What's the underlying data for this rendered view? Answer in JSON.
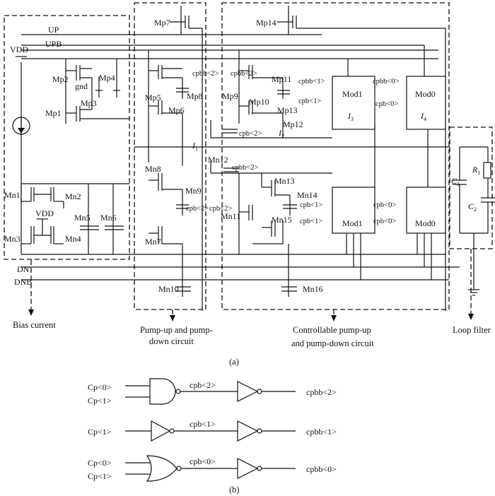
{
  "rails": {
    "up": "UP",
    "upb": "UPB",
    "vdd": "VDD",
    "dn": "DN",
    "dnb": "DNB",
    "gnd": "gnd",
    "vdd_inner": "VDD"
  },
  "transistors": {
    "mp1": "Mp1",
    "mp2": "Mp2",
    "mp3": "Mp3",
    "mp4": "Mp4",
    "mn1": "Mn1",
    "mn2": "Mn2",
    "mn3": "Mn3",
    "mn4": "Mn4",
    "mn5": "Mn5",
    "mn6": "Mn6",
    "mp5": "Mp5",
    "mp6": "Mp6",
    "mp7": "Mp7",
    "mp8": "Mp8",
    "mn7": "Mn7",
    "mn8": "Mn8",
    "mn9": "Mn9",
    "mn10": "Mn10",
    "mp9": "Mp9",
    "mp10": "Mp10",
    "mp11": "Mp11",
    "mp12": "Mp12",
    "mp13": "Mp13",
    "mp14": "Mp14",
    "mn11": "Mn11",
    "mn12": "Mn12",
    "mn13": "Mn13",
    "mn14": "Mn14",
    "mn15": "Mn15",
    "mn16": "Mn16"
  },
  "modules": {
    "mod1_top": "Mod1",
    "mod0_top": "Mod0",
    "mod1_bot": "Mod1",
    "mod0_bot": "Mod0"
  },
  "currents": {
    "i1": "I",
    "i1_sub": "1",
    "i2": "I",
    "i2_sub": "2",
    "i3": "I",
    "i3_sub": "3",
    "i4": "I",
    "i4_sub": "4"
  },
  "signals": {
    "cpbb2_a": "cpbb<2>",
    "cpbb2_b": "cpbb<2>",
    "cpbb1": "cpbb<1>",
    "cpbb0": "cpbb<0>",
    "cpb1_top": "cpb<1>",
    "cpb0_top": "cpb<0>",
    "cpb2_mid": "cpb<2>",
    "cpb2_a": "cpb<2>",
    "cpb2_b": "cpb<2>",
    "cpb1_b": "cpb<1>",
    "cpb1_c": "cpb<1>",
    "cpb0_b": "cpb<0>",
    "cpb0_c": "cpb<0>"
  },
  "filter": {
    "c1": "C",
    "c1_sub": "1",
    "r1": "R",
    "r1_sub": "1",
    "c2": "C",
    "c2_sub": "2"
  },
  "captions": {
    "bias": "Bias current",
    "pump_line1": "Pump-up and pump-",
    "pump_line2": "down circuit",
    "ctrl_line1": "Controllable pump-up",
    "ctrl_line2": "and pump-down circuit",
    "filter": "Loop filter",
    "a": "(a)",
    "b": "(b)"
  },
  "logic_b": {
    "and_in0": "Cp<0>",
    "and_in1": "Cp<1>",
    "and_mid": "cpb<2>",
    "and_out": "cpbb<2>",
    "inv_in": "Cp<1>",
    "inv_mid": "cpb<1>",
    "inv_out": "cpbb<1>",
    "or_in0": "Cp<0>",
    "or_in1": "Cp<1>",
    "or_mid": "cpb<0>",
    "or_out": "cpbb<0>"
  }
}
